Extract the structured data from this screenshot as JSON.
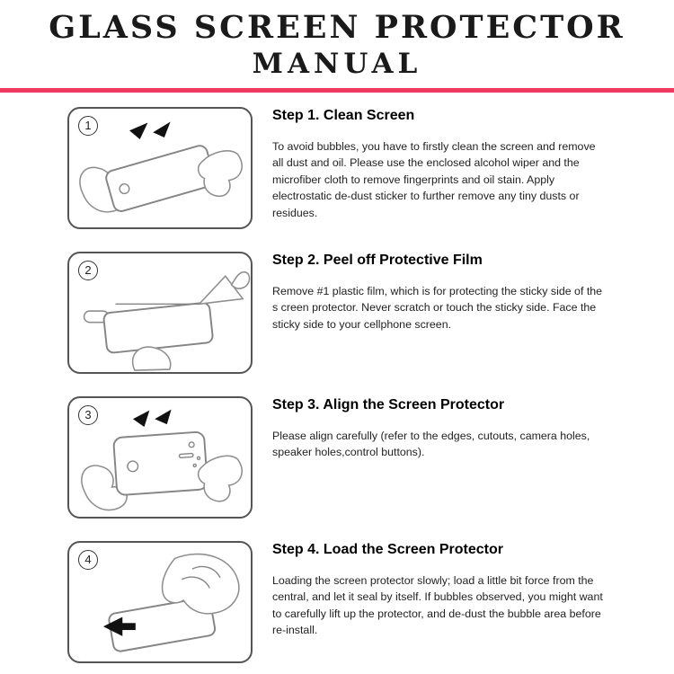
{
  "accent_color": "#ee3a5f",
  "title": {
    "line1": "GLASS SCREEN PROTECTOR",
    "line2": "MANUAL"
  },
  "steps": [
    {
      "num": "1",
      "heading": "Step 1. Clean Screen",
      "body": "To avoid bubbles, you have to firstly clean the screen and remove all dust and oil. Please use the enclosed alcohol wiper and the microfiber cloth to remove fingerprints and oil stain. Apply electrostatic de-dust sticker to further remove any tiny dusts or residues.",
      "illustration": "hands-cleaning-phone-with-arrows"
    },
    {
      "num": "2",
      "heading": "Step 2. Peel off Protective Film",
      "body": "Remove #1 plastic film, which is for protecting the sticky side of the s creen protector. Never scratch or touch the sticky side. Face the sticky side to your cellphone screen.",
      "illustration": "hand-peeling-film-from-phone"
    },
    {
      "num": "3",
      "heading": "Step 3. Align the Screen Protector",
      "body": "Please align carefully (refer to the edges, cutouts, camera holes, speaker holes,control buttons).",
      "illustration": "hands-aligning-protector-with-arrows"
    },
    {
      "num": "4",
      "heading": "Step 4. Load the Screen Protector",
      "body": "Loading the screen protector slowly; load a little bit force from the central, and let it seal by itself. If bubbles observed, you might want to carefully lift up the protector, and de-dust the bubble area before re-install.",
      "illustration": "hand-pressing-protector-with-arrow"
    }
  ]
}
